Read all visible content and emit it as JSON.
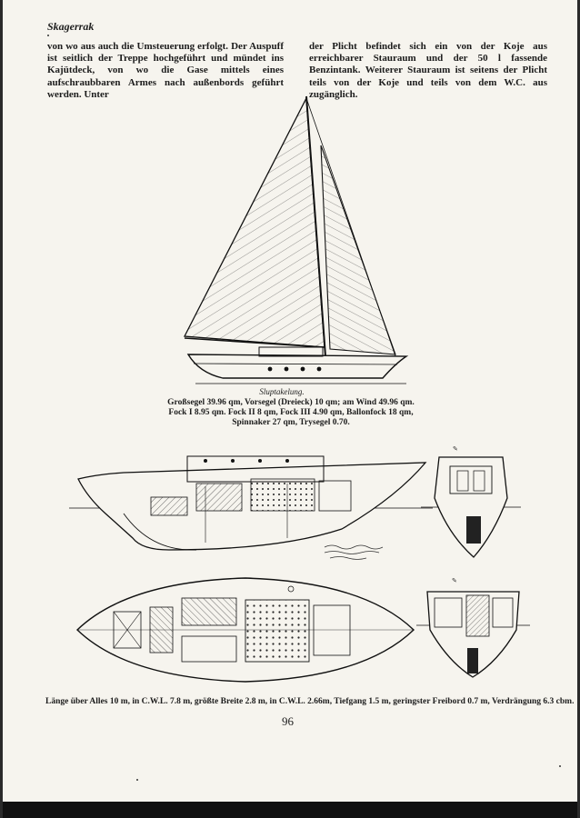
{
  "header": {
    "title": "Skagerrak"
  },
  "text": {
    "left_column": "von wo aus auch die Umsteuerung erfolgt. Der Auspuff ist seitlich der Treppe hochgeführt und mündet ins Kajütdeck, von wo die Gase mittels eines aufschraubbaren Armes nach außenbords geführt werden. Unter",
    "right_column": "der Plicht befindet sich ein von der Koje aus erreichbarer Stauraum und der 50 l fassende Benzintank. Weiterer Stauraum ist seitens der Plicht teils von der Koje und teils von dem W.C. aus zugänglich."
  },
  "figure_sail": {
    "caption_title": "Sluptakelung.",
    "caption_line1": "Großsegel 39.96 qm, Vorsegel (Dreieck) 10 qm; am Wind 49.96 qm.",
    "caption_line2": "Fock I 8.95 qm. Fock II 8 qm, Fock III 4.90 qm, Ballonfock 18 qm,",
    "caption_line3": "Spinnaker 27 qm, Trysegel 0.70."
  },
  "dimensions": "Länge über Alles 10 m, in C.W.L. 7.8 m, größte Breite 2.8 m, in C.W.L. 2.66m, Tiefgang 1.5 m, geringster Freibord 0.7 m, Verdrängung 6.3 cbm.",
  "page_number": "96"
}
